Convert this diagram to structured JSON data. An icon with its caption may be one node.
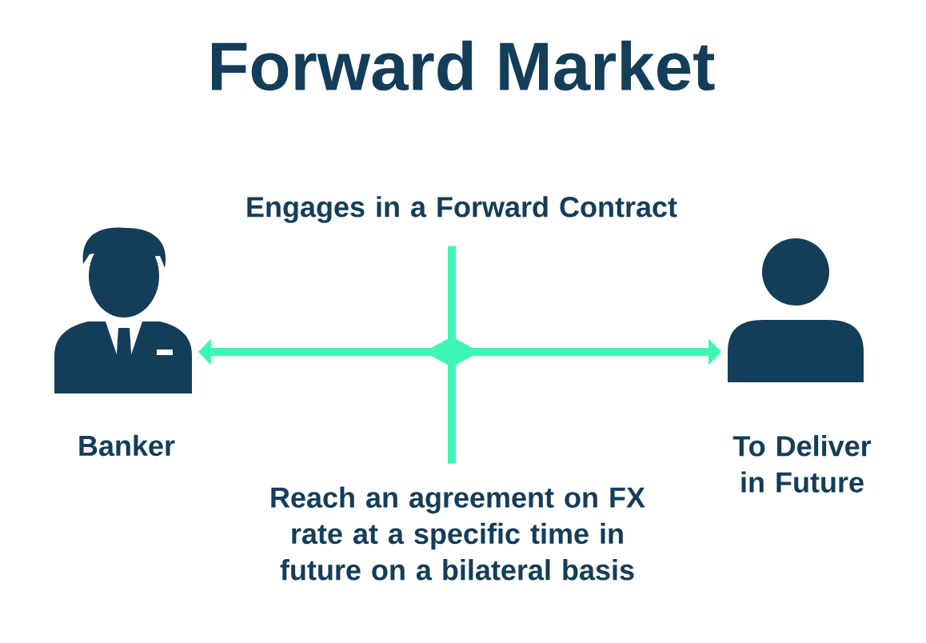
{
  "diagram": {
    "title": "Forward Market",
    "nodes": [
      {
        "text": [],
        "shape": "person",
        "beside": [
          "Banker"
        ]
      },
      {
        "text": [],
        "shape": "person",
        "beside": [
          "To Deliver in Future"
        ]
      },
      {
        "text": [
          "Engages in a Forward Contract"
        ]
      },
      {
        "text": [
          "Reach an agreement on FX rate at a specific time in future on a bilateral basis"
        ]
      }
    ],
    "edges": [
      {
        "from": 0,
        "to": 1,
        "arrow": "both"
      },
      {
        "from": 2,
        "to": 3,
        "arrow": "none"
      }
    ]
  }
}
